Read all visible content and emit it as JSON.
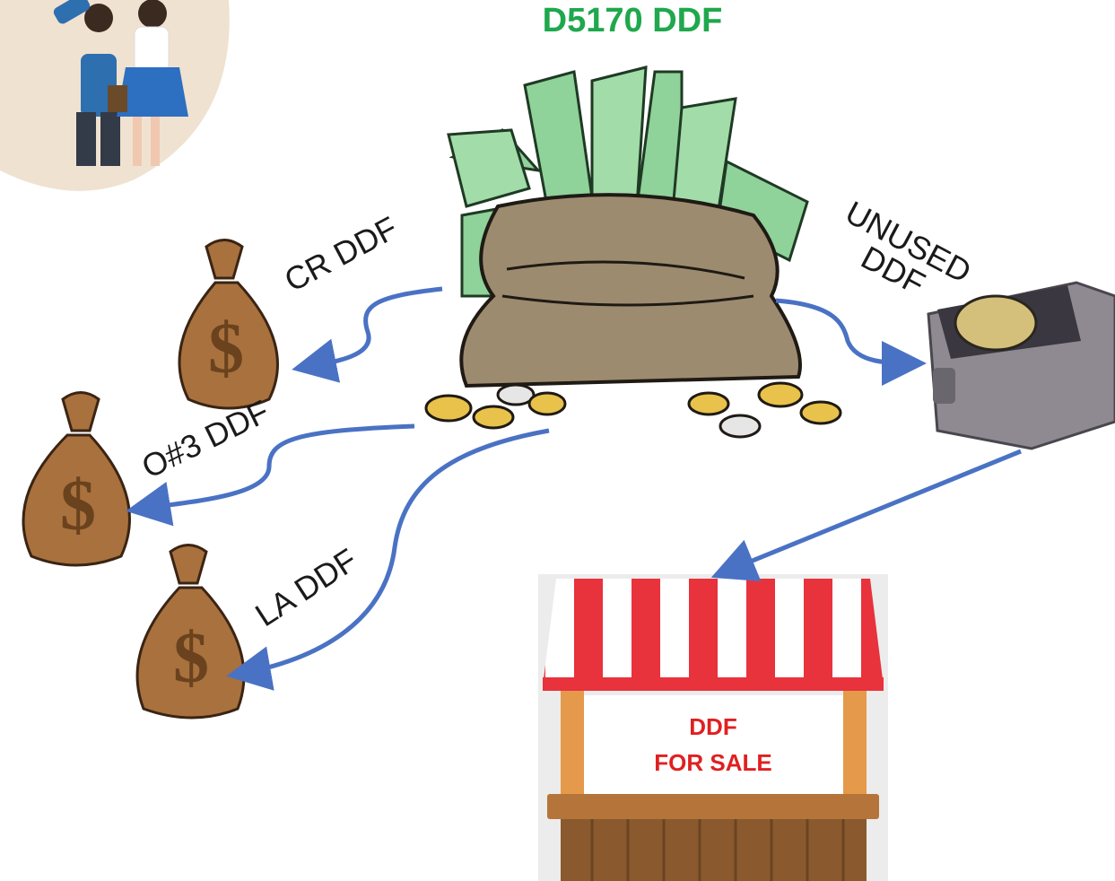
{
  "title": "D5170 DDF",
  "labels": {
    "cr": "CR DDF",
    "o3": "O#3 DDF",
    "la": "LA DDF",
    "unused_line1": "UNUSED",
    "unused_line2": "DDF"
  },
  "sign": {
    "line1": "DDF",
    "line2": "FOR SALE"
  },
  "colors": {
    "title": "#1fa84c",
    "arrow": "#4a72c4",
    "sign_text": "#e02020",
    "awning_red": "#e8323c",
    "bag": "#a8713d",
    "cash": "#8fd29a"
  },
  "icons": [
    "people-illustration",
    "big-money-bag-icon",
    "money-bag-icon",
    "suitcase-icon",
    "market-stall-icon"
  ]
}
